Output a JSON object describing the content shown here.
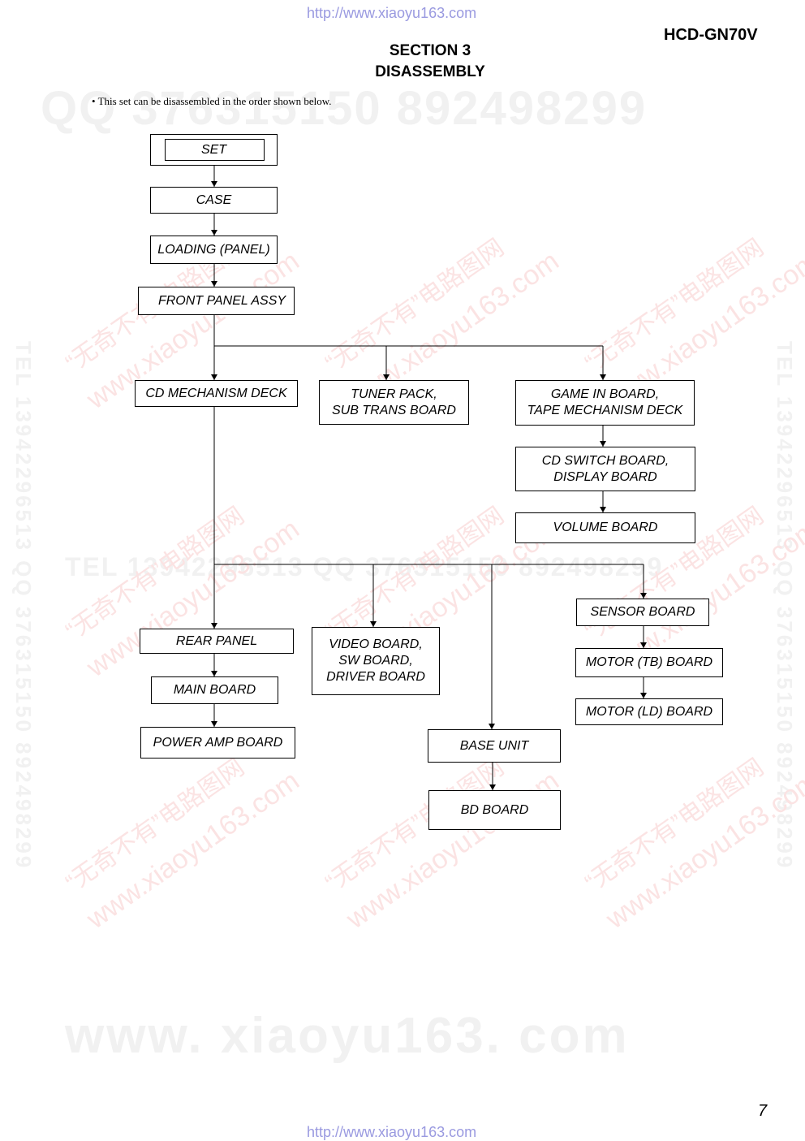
{
  "header": {
    "url_top": "http://www.xiaoyu163.com",
    "model": "HCD-GN70V",
    "section": "SECTION  3",
    "section_title": "DISASSEMBLY"
  },
  "intro_note": "• This set can be disassembled in the order shown below.",
  "diagram": {
    "set": "SET",
    "case": "CASE",
    "loading": "LOADING (PANEL)",
    "front_panel": "FRONT PANEL ASSY",
    "cd_mech": "CD MECHANISM DECK",
    "tuner": [
      "TUNER PACK,",
      "SUB TRANS BOARD"
    ],
    "game": [
      "GAME IN BOARD,",
      "TAPE MECHANISM DECK"
    ],
    "cd_switch": [
      "CD SWITCH BOARD,",
      "DISPLAY BOARD"
    ],
    "volume": "VOLUME BOARD",
    "sensor": "SENSOR BOARD",
    "rear_panel": "REAR PANEL",
    "video": [
      "VIDEO BOARD,",
      "SW BOARD,",
      "DRIVER BOARD"
    ],
    "motor_tb": "MOTOR (TB) BOARD",
    "main": "MAIN BOARD",
    "motor_ld": "MOTOR (LD) BOARD",
    "power_amp": "POWER AMP BOARD",
    "base_unit": "BASE UNIT",
    "bd_board": "BD BOARD"
  },
  "watermarks": {
    "qq_line": "QQ 376315150   892498299",
    "tel_line": "TEL 13942296513   QQ 376315150   892498299",
    "tel_side": "TEL 13942296513 QQ 376315150 892498299",
    "cn_text": "“无奇不有”电路图网",
    "site_text": "www.xiaoyu163.com",
    "www_line": "www. xiaoyu163. com"
  },
  "footer": {
    "page_number": "7",
    "url_bottom": "http://www.xiaoyu163.com"
  }
}
